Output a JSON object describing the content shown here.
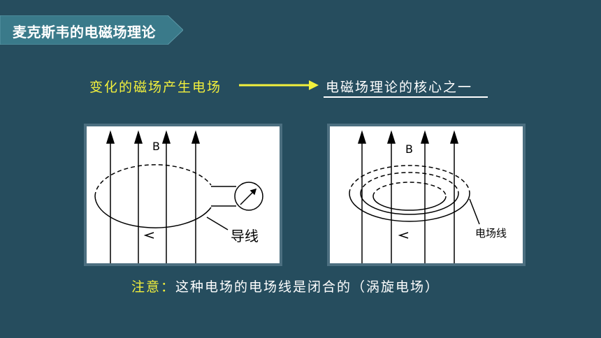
{
  "slide": {
    "title": "麦克斯韦的电磁场理论",
    "statement_left": "变化的磁场产生电场",
    "statement_right": "电磁场理论的核心之一",
    "note_keyword": "注意：",
    "note_text": "这种电场的电场线是闭合的（涡旋电场）"
  },
  "figure_left": {
    "field_label": "B",
    "wire_label": "导线"
  },
  "figure_right": {
    "field_label": "B",
    "field_line_label": "电场线"
  },
  "colors": {
    "background": "#264d5e",
    "banner": "#3a7a8a",
    "highlight": "#f2f03c",
    "text": "#ffffff"
  }
}
